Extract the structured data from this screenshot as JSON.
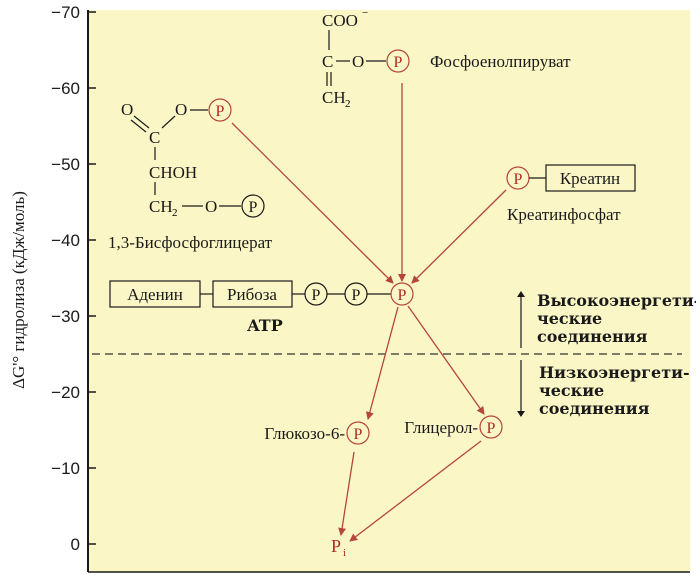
{
  "axis": {
    "ylabel": "ΔG'° гидролиза (кДж/моль)",
    "ticks": [
      "−70",
      "−60",
      "−50",
      "−40",
      "−30",
      "−20",
      "−10",
      "0"
    ]
  },
  "compounds": {
    "pep": {
      "coo": "COO",
      "charge": "−",
      "c": "C",
      "o": "O",
      "ch2": "CH",
      "sub2": "2",
      "p": "P",
      "name": "Фосфоенолпируват"
    },
    "bpg": {
      "o1": "O",
      "o2": "O",
      "c": "C",
      "choh": "CHOH",
      "ch2": "CH",
      "sub2": "2",
      "o3": "O",
      "p": "P",
      "name": "1,3-Бисфосфоглицерат"
    },
    "creatine": {
      "p": "P",
      "box": "Креатин",
      "name": "Креатинфосфат"
    },
    "atp": {
      "adenine": "Аденин",
      "ribose": "Рибоза",
      "p": "P",
      "name": "ATP"
    },
    "glucose6p": {
      "name": "Глюкозо-6-",
      "p": "P"
    },
    "glycerolp": {
      "name": "Глицерол-",
      "p": "P"
    },
    "pi": {
      "p": "P",
      "sub": "i"
    }
  },
  "legend": {
    "high": [
      "Высокоэнергети-",
      "ческие",
      "соединения"
    ],
    "low": [
      "Низкоэнергети-",
      "ческие",
      "соединения"
    ]
  },
  "colors": {
    "background": "#faf6c6",
    "arrow": "#b5463c",
    "phosphate_red": "#b02a2a"
  }
}
